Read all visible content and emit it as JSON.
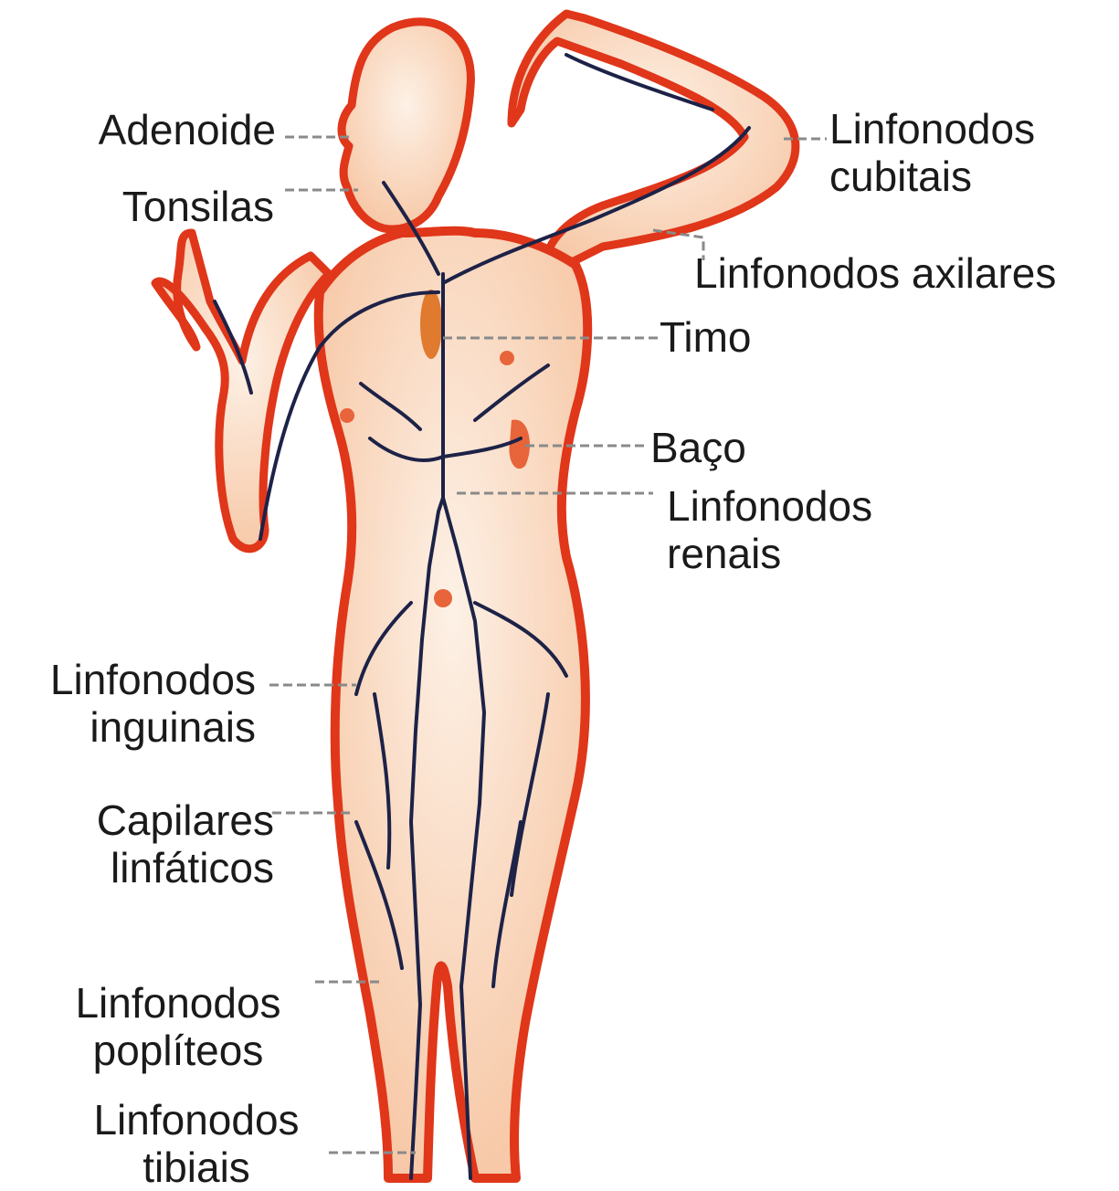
{
  "labels": {
    "adenoide": [
      "Adenoide"
    ],
    "tonsilas": [
      "Tonsilas"
    ],
    "cubitais": [
      "Linfonodos",
      "cubitais"
    ],
    "axilares": [
      "Linfonodos axilares"
    ],
    "timo": [
      "Timo"
    ],
    "baco": [
      "Baço"
    ],
    "renais": [
      "Linfonodos",
      "renais"
    ],
    "inguinais": [
      "Linfonodos",
      "inguinais"
    ],
    "capilares": [
      "Capilares",
      "linfáticos"
    ],
    "popliteos": [
      "Linfonodos",
      "poplíteos"
    ],
    "tibiais": [
      "Linfonodos",
      "tibiais"
    ]
  },
  "colors": {
    "skin_outline": "#e0361a",
    "lymph_vessels": "#1d2247",
    "organ": "#e07a2e",
    "leader_line": "#8a8a8a"
  }
}
